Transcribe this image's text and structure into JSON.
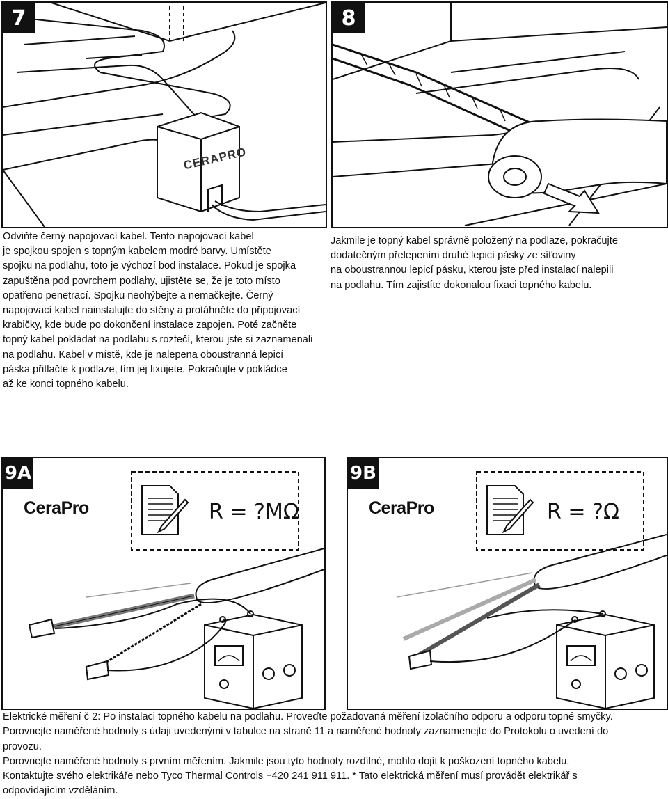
{
  "panels": {
    "p7": {
      "badge": "7",
      "box_label": "CERAPRO"
    },
    "p8": {
      "badge": "8"
    },
    "p9a": {
      "badge": "9A",
      "brand": "CeraPro",
      "formula": "R = ?MΩ"
    },
    "p9b": {
      "badge": "9B",
      "brand": "CeraPro",
      "formula": "R = ?Ω"
    }
  },
  "text_7": [
    "Odviňte černý napojovací kabel. Tento napojovací kabel",
    "je spojkou spojen s topným kabelem modré barvy. Umístěte",
    "spojku na podlahu, toto je výchozí bod instalace. Pokud je spojka",
    "zapuštěna pod povrchem podlahy, ujistěte se, že je toto místo",
    "opatřeno penetrací. Spojku neohýbejte a nemačkejte. Černý",
    "napojovací kabel nainstalujte do stěny a protáhněte do připojovací",
    "krabičky, kde bude po dokončení instalace zapojen. Poté začněte",
    "topný kabel pokládat na podlahu s roztečí, kterou jste si zaznamenali",
    "na podlahu. Kabel v místě, kde je nalepena oboustranná lepicí",
    "páska přitlačte k podlaze, tím jej fixujete. Pokračujte v pokládce",
    "až ke konci topného kabelu."
  ],
  "text_8": [
    "Jakmile je topný kabel správně položený na podlaze, pokračujte",
    "dodatečným přelepením druhé lepicí pásky ze síťoviny",
    "na oboustrannou lepicí pásku, kterou jste před instalací nalepili",
    "na podlahu. Tím zajistíte dokonalou fixaci topného kabelu."
  ],
  "text_bottom": [
    "Elektrické měření č 2: Po instalaci topného kabelu na podlahu. Proveďte požadovaná měření izolačního odporu a odporu topné smyčky.",
    "Porovnejte naměřené hodnoty s údaji uvedenými v tabulce na straně 11 a naměřené hodnoty zaznamenejte do Protokolu o uvedení do",
    "provozu.",
    "Porovnejte naměřené hodnoty s prvním měřením. Jakmile jsou tyto hodnoty rozdílné, mohlo dojít k poškození topného kabelu.",
    "Kontaktujte svého elektrikáře nebo Tyco Thermal Controls +420 241 911 911.  * Tato elektrická měření musí provádět elektrikář s",
    "odpovídajícím vzděláním."
  ]
}
